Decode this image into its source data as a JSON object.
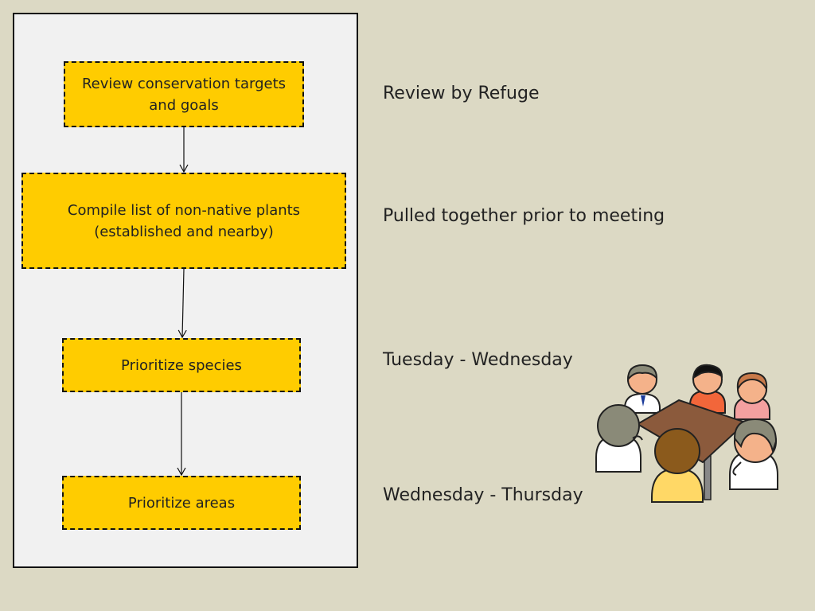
{
  "flow": {
    "steps": [
      {
        "label": "Review conservation targets\nand goals"
      },
      {
        "label": "Compile list of non-native plants\n(established and nearby)"
      },
      {
        "label": "Prioritize species"
      },
      {
        "label": "Prioritize areas"
      }
    ]
  },
  "notes": [
    {
      "text": "Review by Refuge"
    },
    {
      "text": "Pulled together prior to meeting"
    },
    {
      "text": "Tuesday - Wednesday"
    },
    {
      "text": "Wednesday - Thursday"
    }
  ],
  "colors": {
    "background": "#dcd9c4",
    "panel": "#f1f1f1",
    "step_fill": "#ffcc00",
    "step_border": "#111111",
    "table": "#8b5a3c"
  },
  "icons": {
    "meeting": "meeting-people-around-table-icon"
  }
}
